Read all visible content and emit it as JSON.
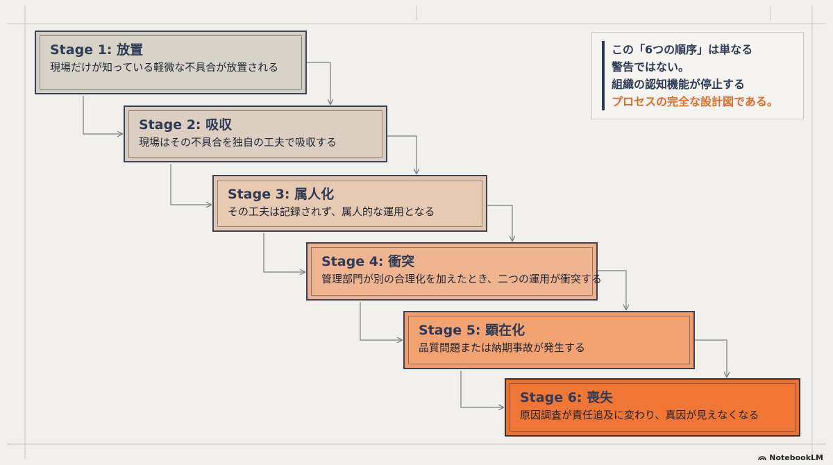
{
  "stages": [
    {
      "title": "Stage 1: 放置",
      "description": "現場だけが知っている軽微な不具合が放置される"
    },
    {
      "title": "Stage 2: 吸収",
      "description": "現場はその不具合を独自の工夫で吸収する"
    },
    {
      "title": "Stage 3: 属人化",
      "description": "その工夫は記録されず、属人的な運用となる"
    },
    {
      "title": "Stage 4: 衝突",
      "description": "管理部門が別の合理化を加えたとき、二つの運用が衝突する"
    },
    {
      "title": "Stage 5: 顕在化",
      "description": "品質問題または納期事故が発生する"
    },
    {
      "title": "Stage 6: 喪失",
      "description": "原因調査が責任追及に変わり、真因が見えなくなる"
    }
  ],
  "note": {
    "lines": [
      "この「6つの順序」は単なる",
      "警告ではない。",
      "組織の認知機能が停止する"
    ],
    "accent_line": "プロセスの完全な設計図である。"
  },
  "brand": {
    "label": "NotebookLM",
    "icon": "notebooklm-logo-icon"
  },
  "colors": {
    "navy": "#2e3a55",
    "accent_orange": "#e56a25",
    "stage_fills": [
      "#d7d3c8",
      "#dccfc2",
      "#e7c9b1",
      "#efb591",
      "#f3a272",
      "#ef7634"
    ]
  }
}
